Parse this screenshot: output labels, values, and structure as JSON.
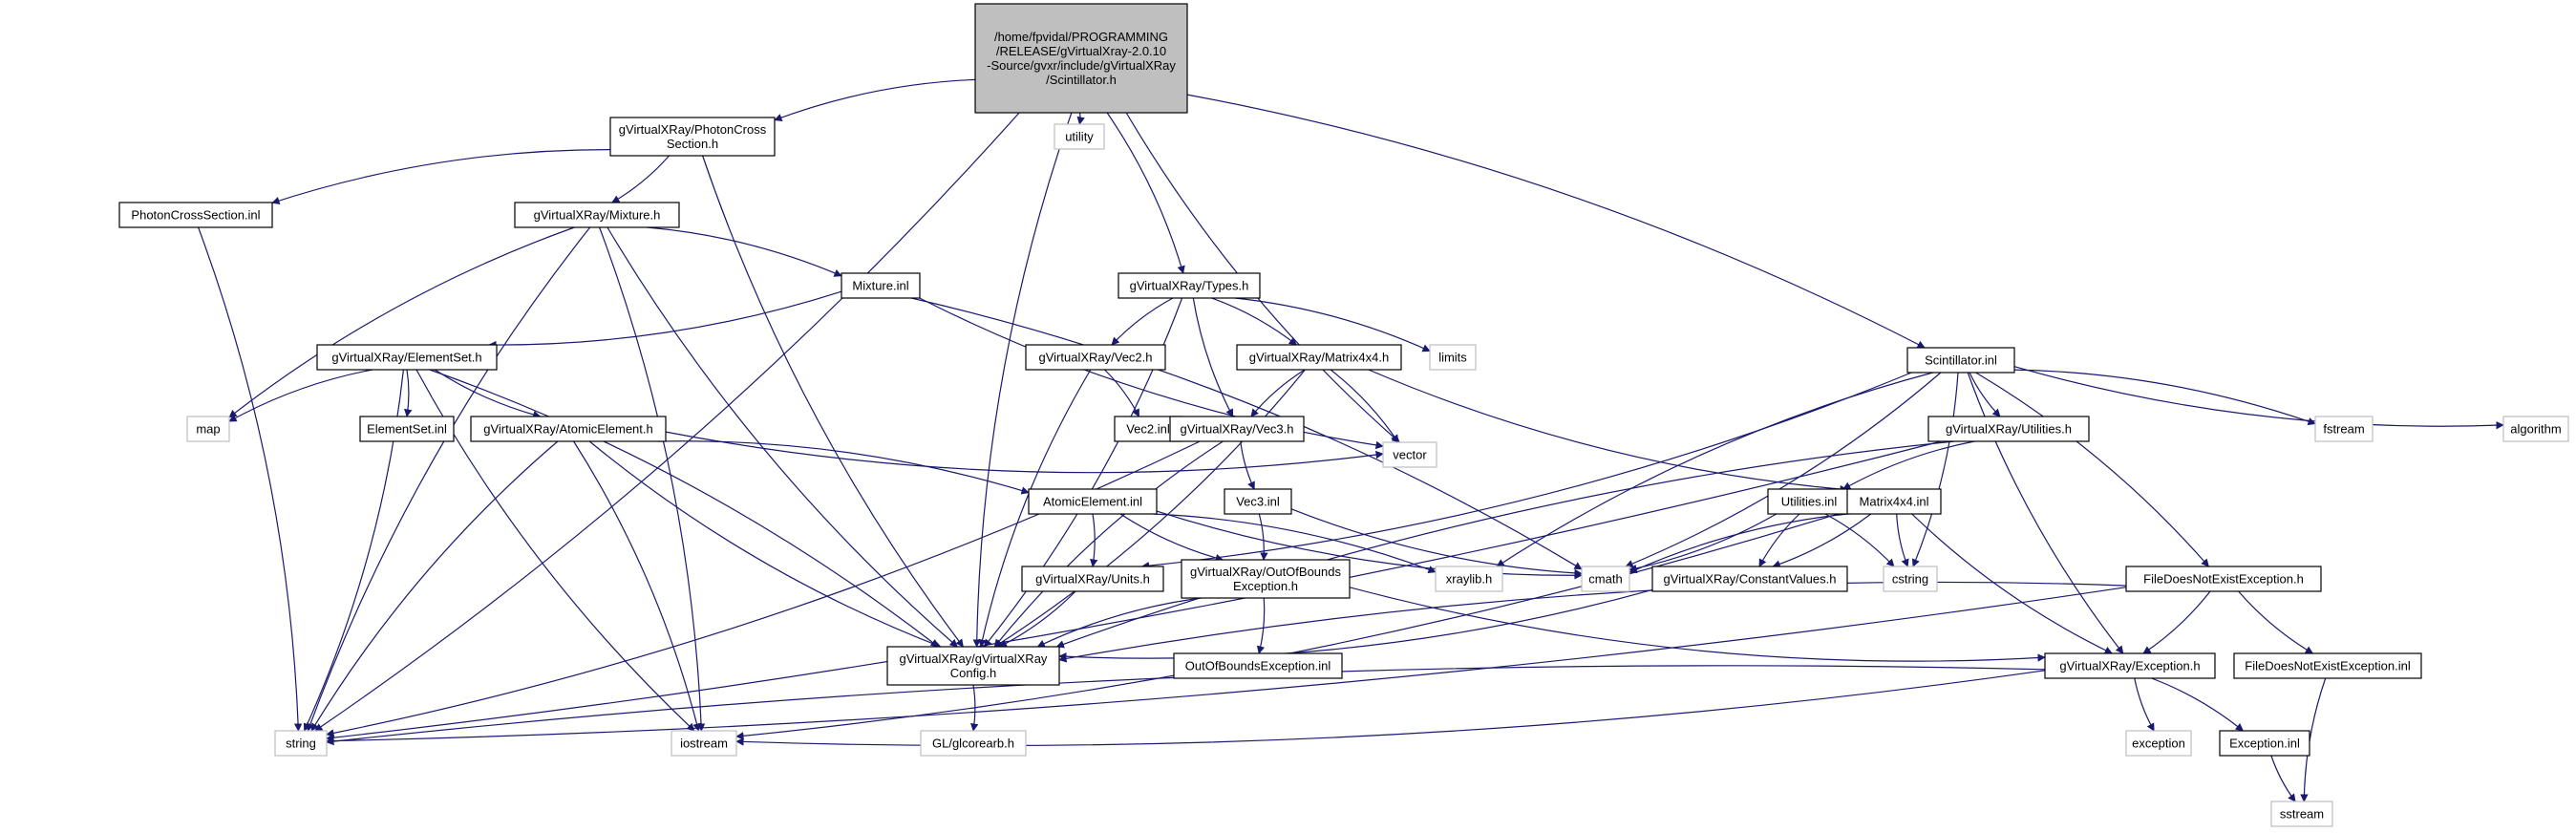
{
  "diagram": {
    "nodes": [
      {
        "id": "root",
        "lines": [
          "/home/fpvidal/PROGRAMMING",
          "/RELEASE/gVirtualXray-2.0.10",
          "-Source/gvxr/include/gVirtualXRay",
          "/Scintillator.h"
        ],
        "style": "root"
      },
      {
        "id": "pcs_h",
        "lines": [
          "gVirtualXRay/PhotonCross",
          "Section.h"
        ],
        "style": "box"
      },
      {
        "id": "utility",
        "lines": [
          "utility"
        ],
        "style": "sys"
      },
      {
        "id": "types_h",
        "lines": [
          "gVirtualXRay/Types.h"
        ],
        "style": "box"
      },
      {
        "id": "scint_inl",
        "lines": [
          "Scintillator.inl"
        ],
        "style": "box"
      },
      {
        "id": "pcs_inl",
        "lines": [
          "PhotonCrossSection.inl"
        ],
        "style": "box"
      },
      {
        "id": "mixture_h",
        "lines": [
          "gVirtualXRay/Mixture.h"
        ],
        "style": "box"
      },
      {
        "id": "mixture_inl",
        "lines": [
          "Mixture.inl"
        ],
        "style": "box"
      },
      {
        "id": "elementset_h",
        "lines": [
          "gVirtualXRay/ElementSet.h"
        ],
        "style": "box"
      },
      {
        "id": "vec2_h",
        "lines": [
          "gVirtualXRay/Vec2.h"
        ],
        "style": "box"
      },
      {
        "id": "matrix_h",
        "lines": [
          "gVirtualXRay/Matrix4x4.h"
        ],
        "style": "box"
      },
      {
        "id": "limits",
        "lines": [
          "limits"
        ],
        "style": "sys"
      },
      {
        "id": "fstream",
        "lines": [
          "fstream"
        ],
        "style": "sys"
      },
      {
        "id": "algorithm",
        "lines": [
          "algorithm"
        ],
        "style": "sys"
      },
      {
        "id": "map",
        "lines": [
          "map"
        ],
        "style": "sys"
      },
      {
        "id": "elementset_inl",
        "lines": [
          "ElementSet.inl"
        ],
        "style": "box"
      },
      {
        "id": "atomic_h",
        "lines": [
          "gVirtualXRay/AtomicElement.h"
        ],
        "style": "box"
      },
      {
        "id": "vec2_inl",
        "lines": [
          "Vec2.inl"
        ],
        "style": "box"
      },
      {
        "id": "vec3_h",
        "lines": [
          "gVirtualXRay/Vec3.h"
        ],
        "style": "box"
      },
      {
        "id": "utilities_h",
        "lines": [
          "gVirtualXRay/Utilities.h"
        ],
        "style": "box"
      },
      {
        "id": "vector",
        "lines": [
          "vector"
        ],
        "style": "sys"
      },
      {
        "id": "atomic_inl",
        "lines": [
          "AtomicElement.inl"
        ],
        "style": "box"
      },
      {
        "id": "vec3_inl",
        "lines": [
          "Vec3.inl"
        ],
        "style": "box"
      },
      {
        "id": "utilities_inl",
        "lines": [
          "Utilities.inl"
        ],
        "style": "box"
      },
      {
        "id": "matrix_inl",
        "lines": [
          "Matrix4x4.inl"
        ],
        "style": "box"
      },
      {
        "id": "units_h",
        "lines": [
          "gVirtualXRay/Units.h"
        ],
        "style": "box"
      },
      {
        "id": "oob_h",
        "lines": [
          "gVirtualXRay/OutOfBounds",
          "Exception.h"
        ],
        "style": "box"
      },
      {
        "id": "xraylib",
        "lines": [
          "xraylib.h"
        ],
        "style": "sys"
      },
      {
        "id": "cmath",
        "lines": [
          "cmath"
        ],
        "style": "sys"
      },
      {
        "id": "const_h",
        "lines": [
          "gVirtualXRay/ConstantValues.h"
        ],
        "style": "box"
      },
      {
        "id": "cstring",
        "lines": [
          "cstring"
        ],
        "style": "sys"
      },
      {
        "id": "fdne_h",
        "lines": [
          "FileDoesNotExistException.h"
        ],
        "style": "box"
      },
      {
        "id": "config_h",
        "lines": [
          "gVirtualXRay/gVirtualXRay",
          "Config.h"
        ],
        "style": "box"
      },
      {
        "id": "oob_inl",
        "lines": [
          "OutOfBoundsException.inl"
        ],
        "style": "box"
      },
      {
        "id": "exception_h",
        "lines": [
          "gVirtualXRay/Exception.h"
        ],
        "style": "box"
      },
      {
        "id": "fdne_inl",
        "lines": [
          "FileDoesNotExistException.inl"
        ],
        "style": "box"
      },
      {
        "id": "string",
        "lines": [
          "string"
        ],
        "style": "sys"
      },
      {
        "id": "iostream",
        "lines": [
          "iostream"
        ],
        "style": "sys"
      },
      {
        "id": "glcorearb",
        "lines": [
          "GL/glcorearb.h"
        ],
        "style": "sys"
      },
      {
        "id": "exception",
        "lines": [
          "exception"
        ],
        "style": "sys"
      },
      {
        "id": "exception_inl",
        "lines": [
          "Exception.inl"
        ],
        "style": "box"
      },
      {
        "id": "sstream",
        "lines": [
          "sstream"
        ],
        "style": "sys"
      }
    ],
    "edges": [
      [
        "root",
        "string"
      ],
      [
        "root",
        "pcs_h"
      ],
      [
        "root",
        "utility"
      ],
      [
        "root",
        "config_h"
      ],
      [
        "root",
        "types_h"
      ],
      [
        "root",
        "vector"
      ],
      [
        "root",
        "scint_inl"
      ],
      [
        "pcs_h",
        "pcs_inl"
      ],
      [
        "pcs_h",
        "mixture_h"
      ],
      [
        "pcs_h",
        "config_h"
      ],
      [
        "pcs_inl",
        "string"
      ],
      [
        "mixture_h",
        "string"
      ],
      [
        "mixture_h",
        "iostream"
      ],
      [
        "mixture_h",
        "map"
      ],
      [
        "mixture_h",
        "mixture_inl"
      ],
      [
        "mixture_h",
        "config_h"
      ],
      [
        "mixture_inl",
        "elementset_h"
      ],
      [
        "mixture_inl",
        "vector"
      ],
      [
        "mixture_inl",
        "cmath"
      ],
      [
        "elementset_h",
        "map"
      ],
      [
        "elementset_h",
        "string"
      ],
      [
        "elementset_h",
        "iostream"
      ],
      [
        "elementset_h",
        "elementset_inl"
      ],
      [
        "elementset_h",
        "atomic_h"
      ],
      [
        "elementset_h",
        "config_h"
      ],
      [
        "atomic_h",
        "string"
      ],
      [
        "atomic_h",
        "iostream"
      ],
      [
        "atomic_h",
        "vector"
      ],
      [
        "atomic_h",
        "atomic_inl"
      ],
      [
        "atomic_h",
        "config_h"
      ],
      [
        "atomic_inl",
        "units_h"
      ],
      [
        "atomic_inl",
        "oob_h"
      ],
      [
        "atomic_inl",
        "xraylib"
      ],
      [
        "atomic_inl",
        "cmath"
      ],
      [
        "types_h",
        "config_h"
      ],
      [
        "types_h",
        "vec2_h"
      ],
      [
        "types_h",
        "matrix_h"
      ],
      [
        "types_h",
        "vec3_h"
      ],
      [
        "types_h",
        "limits"
      ],
      [
        "vec2_h",
        "config_h"
      ],
      [
        "vec2_h",
        "vec2_inl"
      ],
      [
        "matrix_h",
        "vec3_h"
      ],
      [
        "matrix_h",
        "vector"
      ],
      [
        "matrix_h",
        "matrix_inl"
      ],
      [
        "matrix_h",
        "config_h"
      ],
      [
        "vec3_h",
        "config_h"
      ],
      [
        "vec3_h",
        "string"
      ],
      [
        "vec3_h",
        "vec3_inl"
      ],
      [
        "vec3_inl",
        "oob_h"
      ],
      [
        "vec3_inl",
        "cmath"
      ],
      [
        "units_h",
        "config_h"
      ],
      [
        "oob_h",
        "config_h"
      ],
      [
        "oob_h",
        "oob_inl"
      ],
      [
        "oob_h",
        "exception_h"
      ],
      [
        "scint_inl",
        "units_h"
      ],
      [
        "scint_inl",
        "xraylib"
      ],
      [
        "scint_inl",
        "cmath"
      ],
      [
        "scint_inl",
        "utilities_h"
      ],
      [
        "scint_inl",
        "fdne_h"
      ],
      [
        "scint_inl",
        "exception_h"
      ],
      [
        "scint_inl",
        "fstream"
      ],
      [
        "scint_inl",
        "algorithm"
      ],
      [
        "scint_inl",
        "cstring"
      ],
      [
        "utilities_h",
        "utilities_inl"
      ],
      [
        "utilities_h",
        "string"
      ],
      [
        "utilities_h",
        "config_h"
      ],
      [
        "utilities_inl",
        "cmath"
      ],
      [
        "utilities_inl",
        "const_h"
      ],
      [
        "utilities_inl",
        "cstring"
      ],
      [
        "matrix_inl",
        "cmath"
      ],
      [
        "matrix_inl",
        "const_h"
      ],
      [
        "matrix_inl",
        "cstring"
      ],
      [
        "matrix_inl",
        "iostream"
      ],
      [
        "matrix_inl",
        "exception_h"
      ],
      [
        "const_h",
        "config_h"
      ],
      [
        "fdne_h",
        "config_h"
      ],
      [
        "fdne_h",
        "exception_h"
      ],
      [
        "fdne_h",
        "fdne_inl"
      ],
      [
        "fdne_h",
        "string"
      ],
      [
        "fdne_inl",
        "sstream"
      ],
      [
        "config_h",
        "glcorearb"
      ],
      [
        "exception_h",
        "string"
      ],
      [
        "exception_h",
        "iostream"
      ],
      [
        "exception_h",
        "exception"
      ],
      [
        "exception_h",
        "exception_inl"
      ],
      [
        "exception_inl",
        "sstream"
      ]
    ],
    "colors": {
      "edge": "#191970",
      "box_border": "#000000",
      "sys_border": "#bfbfbf",
      "root_fill": "#bfbfbf",
      "box_fill": "#ffffff"
    }
  }
}
